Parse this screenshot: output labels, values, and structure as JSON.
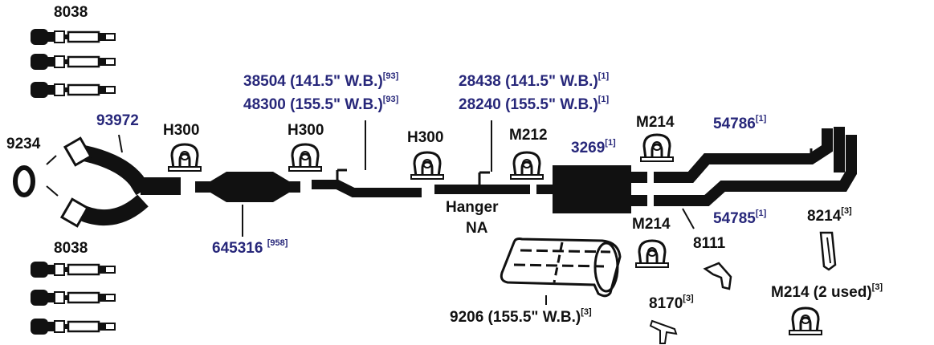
{
  "colors": {
    "part_ink": "#111111",
    "part_number": "#27277a",
    "background": "#ffffff"
  },
  "labels": {
    "p8038_top": "8038",
    "p8038_bottom": "8038",
    "p93972": "93972",
    "p9234": "9234",
    "h300_a": "H300",
    "h300_b": "H300",
    "h300_c": "H300",
    "p38504": {
      "text": "38504 (141.5\" W.B.)",
      "note": "[93]"
    },
    "p48300": {
      "text": "48300 (155.5\" W.B.)",
      "note": "[93]"
    },
    "p28438": {
      "text": "28438 (141.5\" W.B.)",
      "note": "[1]"
    },
    "p28240": {
      "text": "28240 (155.5\" W.B.)",
      "note": "[1]"
    },
    "m212": "M212",
    "p3269": {
      "text": "3269",
      "note": "[1]"
    },
    "m214_top": "M214",
    "p54786": {
      "text": "54786",
      "note": "[1]"
    },
    "hanger_line1": "Hanger",
    "hanger_line2": "NA",
    "p645316": {
      "text": "645316 ",
      "note": "[958]"
    },
    "m214_mid": "M214",
    "p54785": {
      "text": "54785",
      "note": "[1]"
    },
    "p8214": {
      "text": "8214",
      "note": "[3]"
    },
    "p8111": "8111",
    "p8170": {
      "text": "8170",
      "note": "[3]"
    },
    "m214_used": {
      "text": "M214 (2 used)",
      "note": "[3]"
    },
    "p9206": {
      "text": "9206 (155.5\" W.B.)",
      "note": "[3]"
    }
  }
}
